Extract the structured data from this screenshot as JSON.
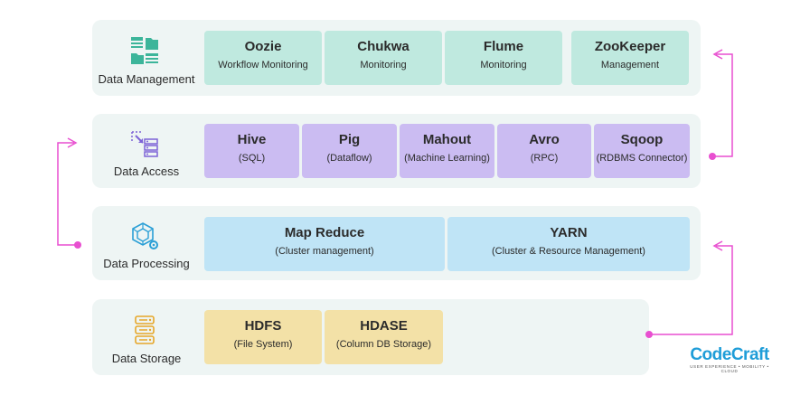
{
  "layers": [
    {
      "label": "Data Management",
      "icon": "folders-icon",
      "boxes": [
        {
          "title": "Oozie",
          "subtitle": "Workflow Monitoring"
        },
        {
          "title": "Chukwa",
          "subtitle": "Monitoring"
        },
        {
          "title": "Flume",
          "subtitle": "Monitoring"
        },
        {
          "title": "ZooKeeper",
          "subtitle": "Management"
        }
      ]
    },
    {
      "label": "Data Access",
      "icon": "data-access-icon",
      "boxes": [
        {
          "title": "Hive",
          "subtitle": "(SQL)"
        },
        {
          "title": "Pig",
          "subtitle": "(Dataflow)"
        },
        {
          "title": "Mahout",
          "subtitle": "(Machine Learning)"
        },
        {
          "title": "Avro",
          "subtitle": "(RPC)"
        },
        {
          "title": "Sqoop",
          "subtitle": "(RDBMS Connector)"
        }
      ]
    },
    {
      "label": "Data Processing",
      "icon": "cube-gear-icon",
      "boxes": [
        {
          "title": "Map Reduce",
          "subtitle": "(Cluster management)"
        },
        {
          "title": "YARN",
          "subtitle": "(Cluster & Resource Management)"
        }
      ]
    },
    {
      "label": "Data Storage",
      "icon": "server-stack-icon",
      "boxes": [
        {
          "title": "HDFS",
          "subtitle": "(File System)"
        },
        {
          "title": "HDASE",
          "subtitle": "(Column DB Storage)"
        }
      ]
    }
  ],
  "brand": {
    "name": "CodeCraft",
    "tagline": "USER EXPERIENCE • MOBILITY • CLOUD"
  },
  "colors": {
    "panel": "#eef5f4",
    "management": "#bfe9df",
    "access": "#cbbcf2",
    "processing": "#bfe4f6",
    "storage": "#f3e1a7",
    "connector": "#e84fd0",
    "brand": "#1f9dd8"
  }
}
